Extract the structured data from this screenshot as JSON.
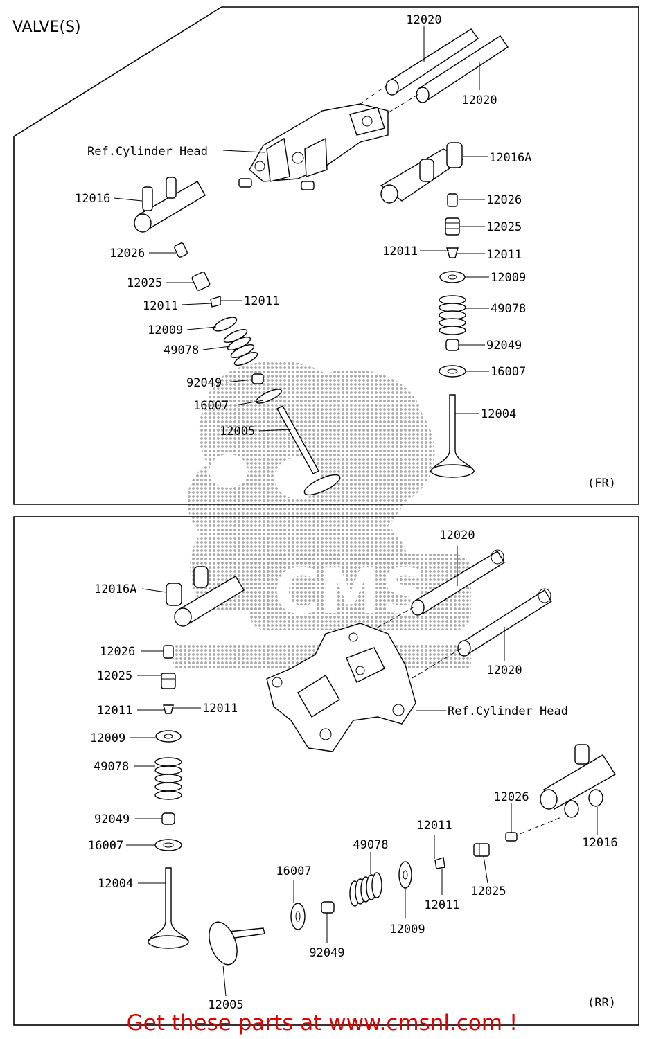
{
  "title": "VALVE(S)",
  "footer_text": "Get these parts at www.cmsnl.com !",
  "watermark_text": "CMS",
  "colors": {
    "footer": "#e00000",
    "lines": "#000000",
    "background": "#ffffff"
  },
  "front_section": {
    "tag": "(FR)",
    "labels": {
      "shaft_top": "12020",
      "shaft_bottom": "12020",
      "cylinder_head": "Ref.Cylinder Head",
      "rocker_right": "12016A",
      "shim_right": "12026",
      "tappet_right": "12025",
      "keeper_right_a": "12011",
      "keeper_right_b": "12011",
      "retainer_right": "12009",
      "spring_right": "49078",
      "seal_right": "92049",
      "seat_right": "16007",
      "valve_right": "12004",
      "rocker_left": "12016",
      "shim_left": "12026",
      "tappet_left": "12025",
      "keeper_left_a": "12011",
      "keeper_left_b": "12011",
      "retainer_left": "12009",
      "spring_left": "49078",
      "seal_left": "92049",
      "seat_left": "16007",
      "valve_left": "12005"
    }
  },
  "rear_section": {
    "tag": "(RR)",
    "labels": {
      "shaft_top": "12020",
      "shaft_bottom": "12020",
      "cylinder_head": "Ref.Cylinder Head",
      "rocker_left": "12016A",
      "shim_left": "12026",
      "tappet_left": "12025",
      "keeper_left_a": "12011",
      "keeper_left_b": "12011",
      "retainer_left": "12009",
      "spring_left": "49078",
      "seal_left": "92049",
      "seat_left": "16007",
      "valve_left": "12004",
      "shim_right": "12026",
      "rocker_right": "12016",
      "keeper_right_a": "12011",
      "keeper_right_b": "12011",
      "tappet_right": "12025",
      "spring_right": "49078",
      "retainer_right": "12009",
      "seat_right": "16007",
      "seal_right": "92049",
      "valve_right": "12005"
    }
  }
}
